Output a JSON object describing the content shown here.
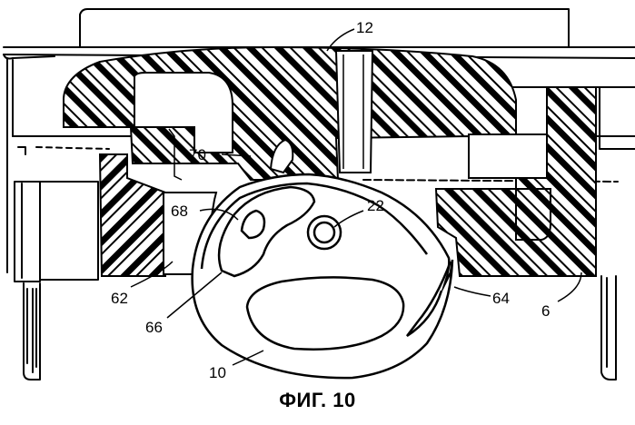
{
  "figure": {
    "caption": "ФИГ. 10",
    "refs": {
      "r12": "12",
      "r70": "70",
      "r22": "22",
      "r68": "68",
      "r62": "62",
      "r66": "66",
      "r64": "64",
      "r6": "6",
      "r10": "10"
    }
  }
}
